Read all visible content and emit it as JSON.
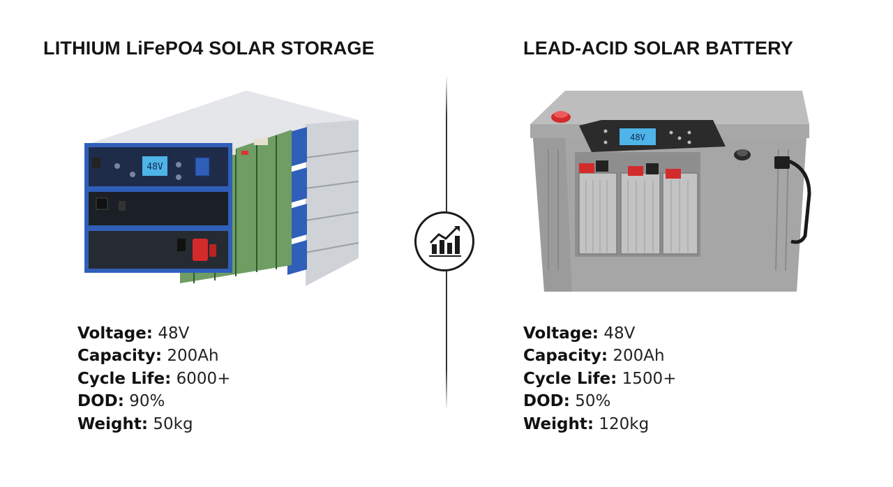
{
  "left": {
    "title": "LITHIUM LiFePO4 SOLAR STORAGE",
    "display": "48V",
    "specs": [
      {
        "label": "Voltage:",
        "value": "48V"
      },
      {
        "label": "Capacity:",
        "value": "200Ah"
      },
      {
        "label": "Cycle Life:",
        "value": "6000+"
      },
      {
        "label": "DOD:",
        "value": "90%"
      },
      {
        "label": "Weight:",
        "value": "50kg"
      }
    ]
  },
  "right": {
    "title": "LEAD-ACID SOLAR BATTERY",
    "display": "48V",
    "specs": [
      {
        "label": "Voltage:",
        "value": "48V"
      },
      {
        "label": "Capacity:",
        "value": "200Ah"
      },
      {
        "label": "Cycle Life:",
        "value": "1500+"
      },
      {
        "label": "DOD:",
        "value": "50%"
      },
      {
        "label": "Weight:",
        "value": "120kg"
      }
    ]
  },
  "center_icon": "bar-chart-trend-icon",
  "colors": {
    "lithium_accent": "#2f5fb8",
    "terminal_red": "#d32b2b",
    "lead_acid_body": "#a9a9a9",
    "display_blue": "#4fb4e8"
  }
}
